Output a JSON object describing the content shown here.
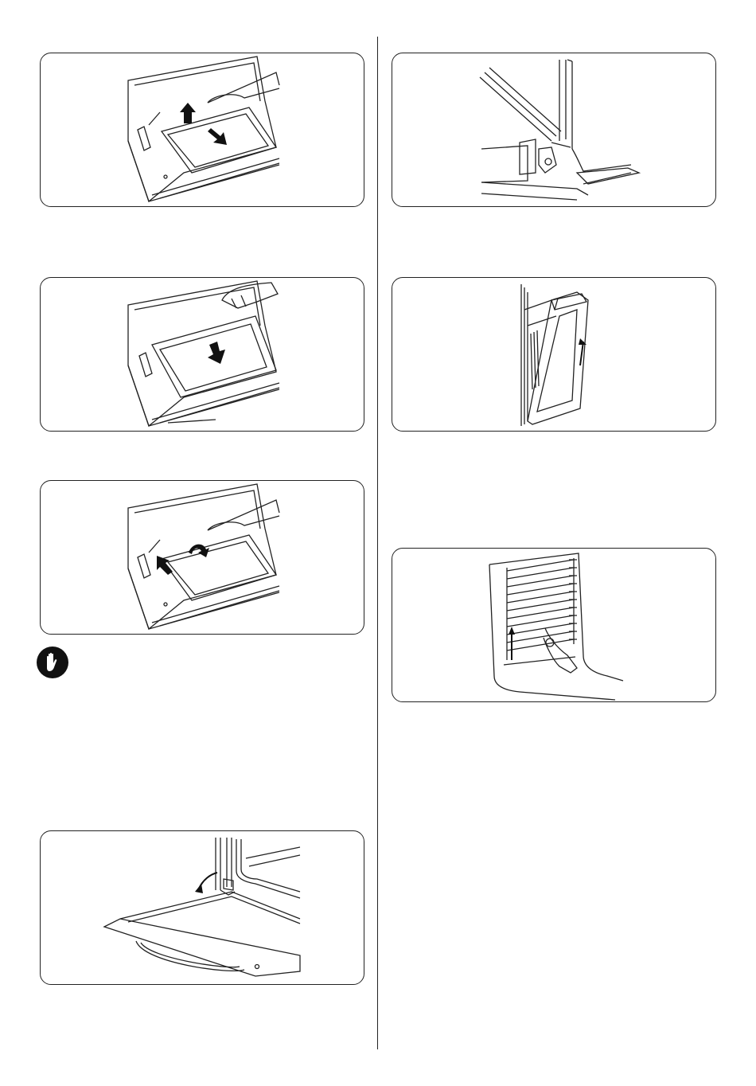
{
  "page": {
    "illustrations": [
      {
        "id": "fig1",
        "description": "door-glass-lift"
      },
      {
        "id": "fig2",
        "description": "door-glass-slide-out"
      },
      {
        "id": "fig3",
        "description": "door-glass-reinsert"
      },
      {
        "id": "fig4",
        "description": "oven-door-open-hinge"
      },
      {
        "id": "fig5",
        "description": "hinge-detail"
      },
      {
        "id": "fig6",
        "description": "door-side-view-lift"
      },
      {
        "id": "fig7",
        "description": "side-rack-removal"
      }
    ],
    "icons": {
      "warning": "hand-stop-icon"
    },
    "colors": {
      "line": "#222222",
      "fill": "#ffffff",
      "icon_bg": "#111111"
    }
  }
}
